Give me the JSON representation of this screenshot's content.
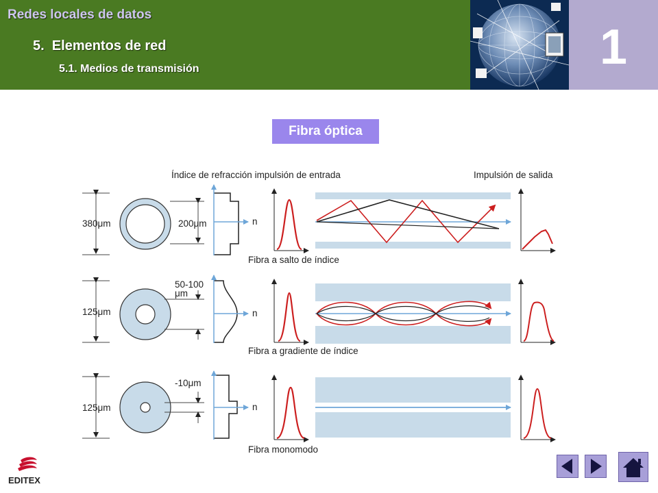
{
  "header": {
    "title": "Redes locales de datos",
    "section": "5.  Elementos de red",
    "subsection": "5.1. Medios de transmisión",
    "unit_number": "1"
  },
  "topic_tag": "Fibra óptica",
  "diagram": {
    "top_label_left": "Índice de refracción impulsión de entrada",
    "top_label_right": "Impulsión de salida",
    "axis_n": "n",
    "rows": [
      {
        "outer_dim": "380μm",
        "core_dim": "200μm",
        "caption": "Fibra a salto de índice"
      },
      {
        "outer_dim": "125μm",
        "core_dim_1": "50-100",
        "core_dim_2": "μm",
        "caption": "Fibra a gradiente de índice"
      },
      {
        "outer_dim": "125μm",
        "core_dim": "-10μm",
        "caption": "Fibra monomodo"
      }
    ]
  },
  "footer": {
    "brand": "EDITEX"
  },
  "colors": {
    "header_green": "#4a7a22",
    "accent_purple": "#9a86ec",
    "unit_lilac": "#b3aacf",
    "fiber_blue": "#c8dbe9",
    "ray_red": "#cc1f1f"
  },
  "icons": {
    "prev": "triangle-left-icon",
    "next": "triangle-right-icon",
    "home": "home-icon"
  }
}
